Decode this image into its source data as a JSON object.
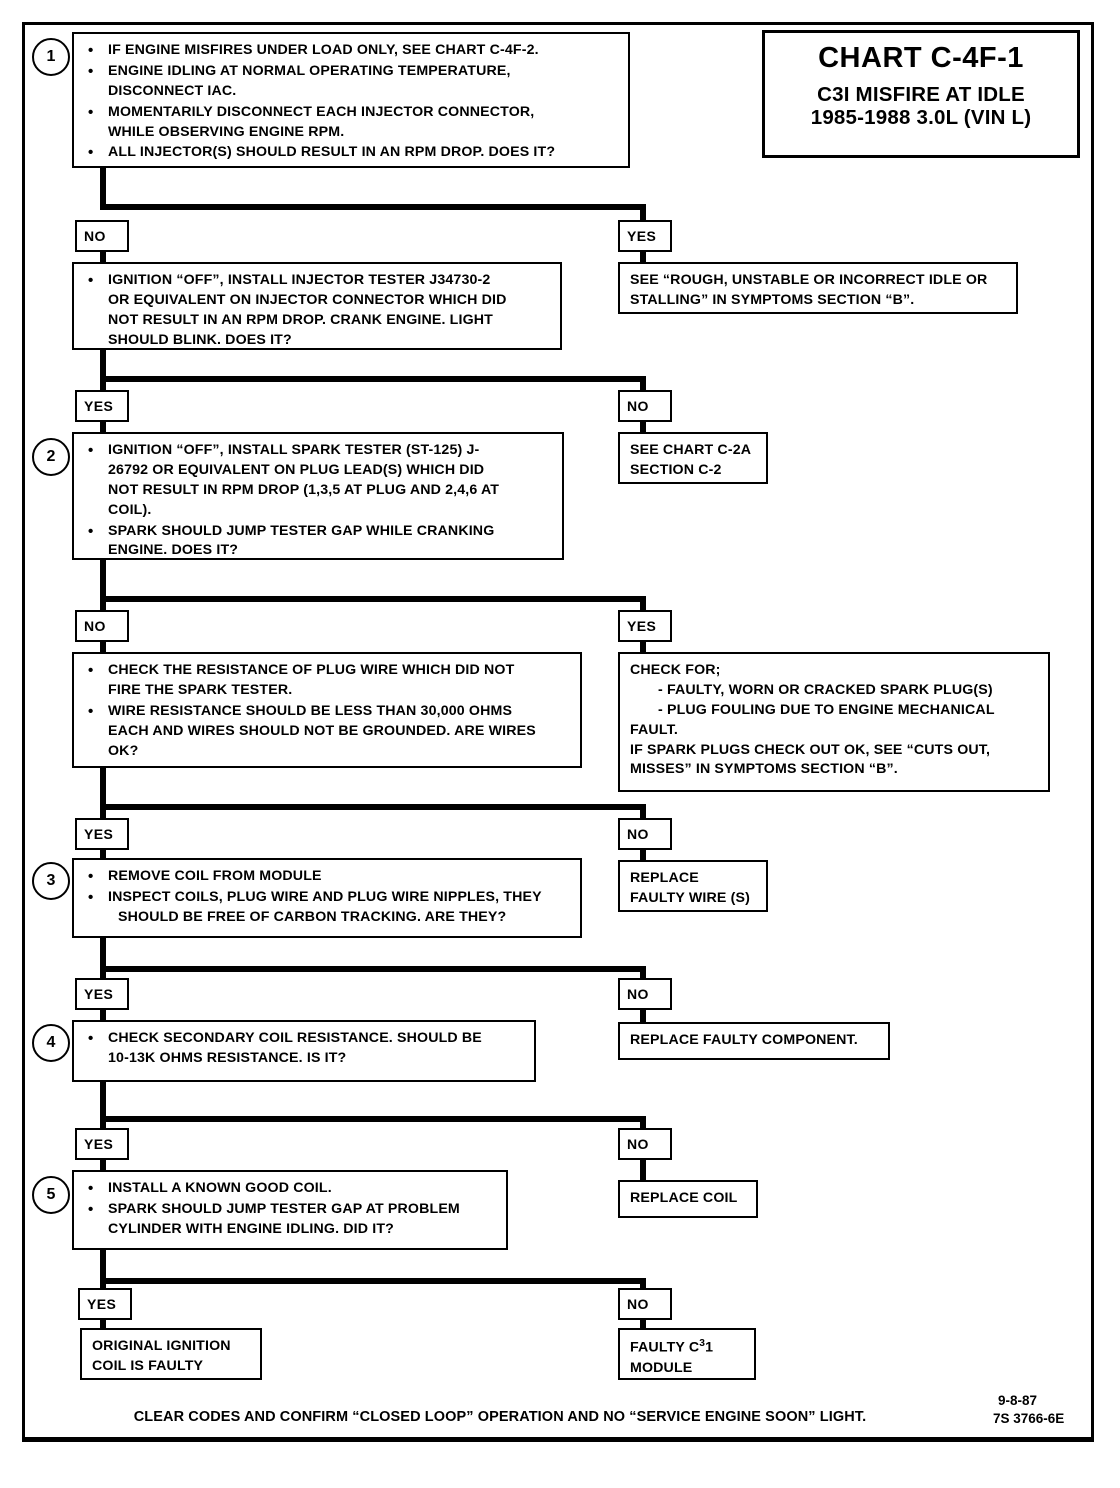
{
  "title": {
    "main": "CHART C-4F-1",
    "sub1": "C3I MISFIRE AT IDLE",
    "sub2": "1985-1988  3.0L  (VIN L)"
  },
  "steps": {
    "s1": "1",
    "s2": "2",
    "s3": "3",
    "s4": "4",
    "s5": "5"
  },
  "labels": {
    "no": "NO",
    "yes": "YES"
  },
  "box1": {
    "b1": "IF ENGINE MISFIRES UNDER LOAD ONLY, SEE CHART C-4F-2.",
    "b2a": "ENGINE IDLING AT NORMAL OPERATING TEMPERATURE,",
    "b2b": "DISCONNECT IAC.",
    "b3a": "MOMENTARILY DISCONNECT EACH INJECTOR CONNECTOR,",
    "b3b": "WHILE OBSERVING ENGINE RPM.",
    "b4": "ALL INJECTOR(S) SHOULD RESULT IN AN RPM DROP.  DOES IT?"
  },
  "box_rough_idle": {
    "l1": "SEE  “ROUGH, UNSTABLE OR INCORRECT IDLE OR",
    "l2": "STALLING” IN SYMPTOMS SECTION “B”."
  },
  "box_injector_tester": {
    "l1": " IGNITION “OFF”, INSTALL INJECTOR TESTER J34730-2",
    "l2": "OR EQUIVALENT ON INJECTOR CONNECTOR WHICH DID",
    "l3": "NOT RESULT IN AN  RPM DROP.  CRANK ENGINE.  LIGHT",
    "l4": "SHOULD BLINK. DOES IT?"
  },
  "box_chart_c2a": {
    "l1": "SEE CHART C-2A",
    "l2": "SECTION C-2"
  },
  "box2": {
    "b1l1": "IGNITION “OFF”, INSTALL SPARK TESTER  (ST-125) J-",
    "b1l2": "26792 OR EQUIVALENT ON PLUG LEAD(S) WHICH DID",
    "b1l3": "NOT RESULT IN RPM DROP (1,3,5 AT PLUG AND 2,4,6 AT",
    "b1l4": "COIL).",
    "b2l1": "SPARK SHOULD JUMP TESTER GAP WHILE CRANKING",
    "b2l2": "ENGINE.  DOES IT?"
  },
  "box_check_for": {
    "l1": "CHECK FOR;",
    "l2": "- FAULTY, WORN OR CRACKED SPARK PLUG(S)",
    "l3": "- PLUG FOULING DUE TO ENGINE MECHANICAL",
    "l4": "FAULT.",
    "l5": "IF SPARK PLUGS CHECK OUT OK, SEE “CUTS OUT,",
    "l6": "MISSES” IN SYMPTOMS SECTION “B”."
  },
  "box_plug_wire": {
    "b1l1": "CHECK THE RESISTANCE OF  PLUG WIRE  WHICH DID NOT",
    "b1l2": "FIRE THE SPARK TESTER.",
    "b2l1": "WIRE RESISTANCE SHOULD BE LESS THAN 30,000 OHMS",
    "b2l2": "EACH  AND WIRES  SHOULD NOT BE GROUNDED.  ARE WIRES",
    "b2l3": "OK?"
  },
  "box_replace_wire": {
    "l1": "REPLACE",
    "l2": "FAULTY WIRE (S)"
  },
  "box3": {
    "b1": "REMOVE COIL FROM MODULE",
    "b2l1": "INSPECT COILS, PLUG WIRE AND PLUG WIRE NIPPLES, THEY",
    "b2l2": "SHOULD BE  FREE OF CARBON TRACKING.  ARE THEY?"
  },
  "box_replace_component": {
    "l1": "REPLACE FAULTY COMPONENT."
  },
  "box4": {
    "b1l1": "CHECK SECONDARY COIL RESISTANCE.  SHOULD BE",
    "b1l2": "10-13K OHMS RESISTANCE.  IS IT?"
  },
  "box_replace_coil": {
    "l1": "REPLACE COIL"
  },
  "box5": {
    "b1": "INSTALL A KNOWN GOOD COIL.",
    "b2l1": "SPARK SHOULD JUMP TESTER GAP AT PROBLEM",
    "b2l2": "CYLINDER  WITH ENGINE IDLING.  DID IT?"
  },
  "box_original_coil": {
    "l1": "ORIGINAL IGNITION",
    "l2": "COIL IS FAULTY"
  },
  "box_faulty_module": {
    "l1_pre": "FAULTY C",
    "l1_sup": "3",
    "l1_post": "1",
    "l2": "MODULE"
  },
  "footer": {
    "text": "CLEAR CODES AND CONFIRM “CLOSED LOOP”  OPERATION AND NO “SERVICE ENGINE SOON” LIGHT.",
    "date": "9-8-87",
    "code": "7S 3766-6E"
  }
}
